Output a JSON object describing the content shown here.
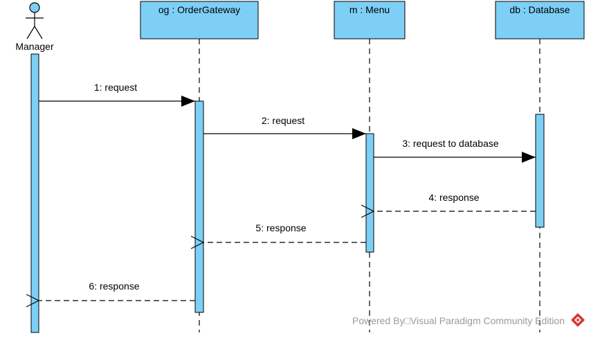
{
  "actor": {
    "name": "Manager"
  },
  "lifelines": [
    {
      "label": "og : OrderGateway"
    },
    {
      "label": "m : Menu"
    },
    {
      "label": "db : Database"
    }
  ],
  "messages": [
    {
      "label": "1: request",
      "kind": "sync"
    },
    {
      "label": "2: request",
      "kind": "sync"
    },
    {
      "label": "3: request to database",
      "kind": "sync"
    },
    {
      "label": "4: response",
      "kind": "reply"
    },
    {
      "label": "5: response",
      "kind": "reply"
    },
    {
      "label": "6: response",
      "kind": "reply"
    }
  ],
  "watermark": {
    "text": "Powered By□Visual Paradigm Community Edition"
  },
  "colors": {
    "box_fill": "#7dcff5",
    "box_stroke": "#000000",
    "watermark": "#9a9a9a",
    "logo": "#d9342b"
  },
  "icons": {
    "actor": "stick-figure-icon",
    "logo": "visual-paradigm-logo-icon"
  }
}
